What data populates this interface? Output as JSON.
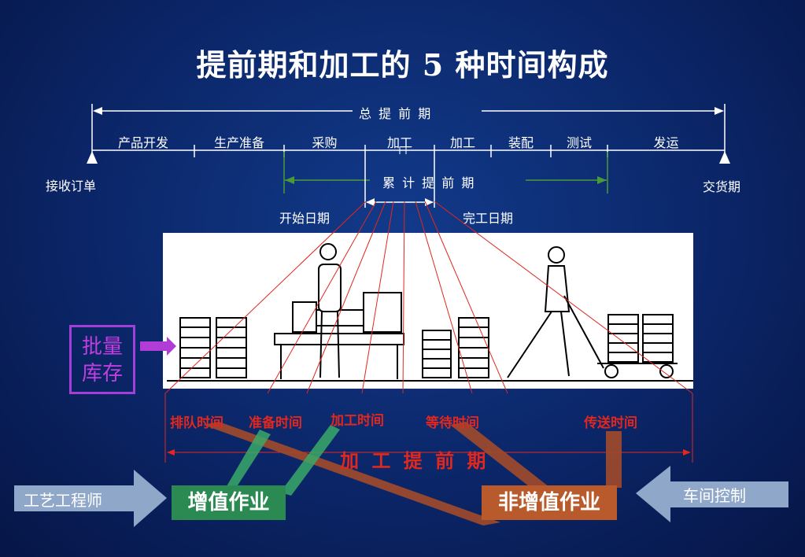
{
  "title": "提前期和加工的 5 种时间构成",
  "timeline": {
    "total_label": "总 提 前 期",
    "segments": [
      "产品开发",
      "生产准备",
      "采购",
      "加工",
      "加工",
      "装配",
      "测试",
      "发运"
    ],
    "order_received": "接收订单",
    "delivery": "交货期",
    "cumulative_label": "累 计 提 前 期",
    "start_date": "开始日期",
    "finish_date": "完工日期"
  },
  "batch_inventory": [
    "批量",
    "库存"
  ],
  "time_types": [
    "排队时间",
    "准备时间",
    "加工时间",
    "等待时间",
    "传送时间"
  ],
  "processing_leadtime": "加 工 提 前 期",
  "value_added": "增值作业",
  "non_value_added": "非增值作业",
  "left_arrow_label": "工艺工程师",
  "right_arrow_label": "车间控制",
  "colors": {
    "background": "#0b2668",
    "red": "#e0281e",
    "green": "#2b8a52",
    "orange": "#b85a2c",
    "purple": "#a23fd8",
    "arrow_gray": "#8fa7c9"
  }
}
